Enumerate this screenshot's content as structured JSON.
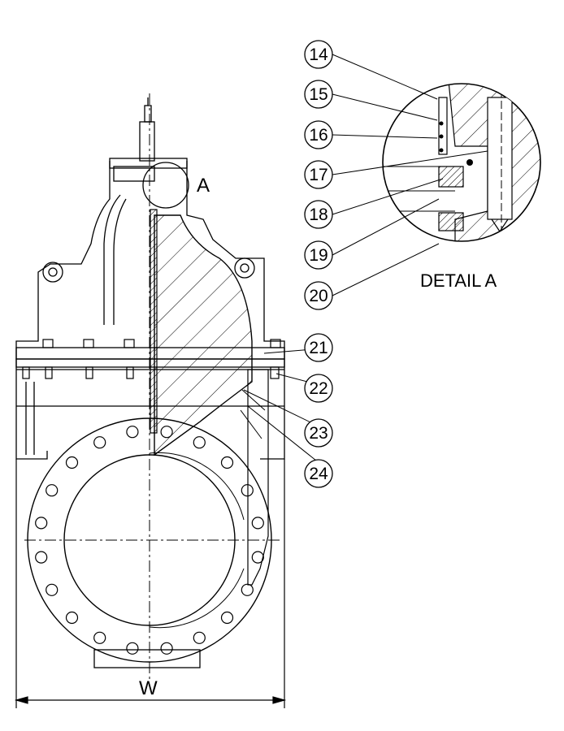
{
  "detail_marker": "A",
  "detail_title": "DETAIL A",
  "dimension_label": "W",
  "callouts": [
    {
      "num": "14"
    },
    {
      "num": "15"
    },
    {
      "num": "16"
    },
    {
      "num": "17"
    },
    {
      "num": "18"
    },
    {
      "num": "19"
    },
    {
      "num": "20"
    },
    {
      "num": "21"
    },
    {
      "num": "22"
    },
    {
      "num": "23"
    },
    {
      "num": "24"
    }
  ]
}
